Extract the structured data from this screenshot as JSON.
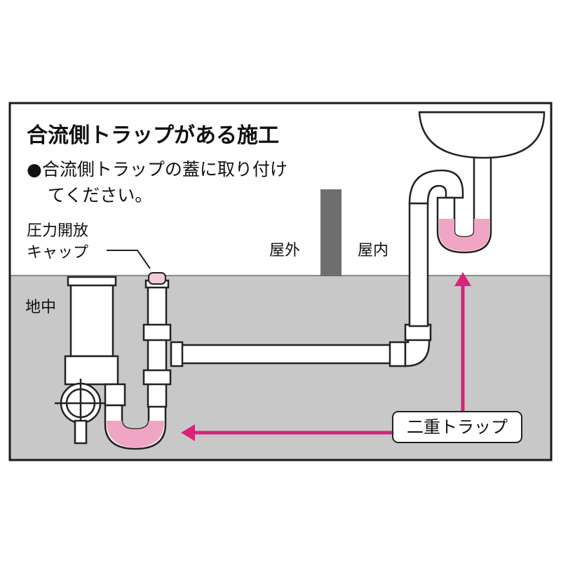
{
  "title": "合流側トラップがある施工",
  "note": {
    "bullet": "●",
    "line1": "合流側トラップの蓋に取り付け",
    "line2": "てください。"
  },
  "labels": {
    "pressure_cap_line1": "圧力開放",
    "pressure_cap_line2": "キャップ",
    "outdoor": "屋外",
    "indoor": "屋内",
    "underground": "地中"
  },
  "callout": {
    "double_trap": "二重トラップ"
  },
  "colors": {
    "frame": "#1a1a1a",
    "ground": "#c8c8c8",
    "water": "#f0a5c5",
    "arrow": "#d6247a",
    "wall": "#6e6e6e",
    "cap": "#f7c9dc"
  }
}
